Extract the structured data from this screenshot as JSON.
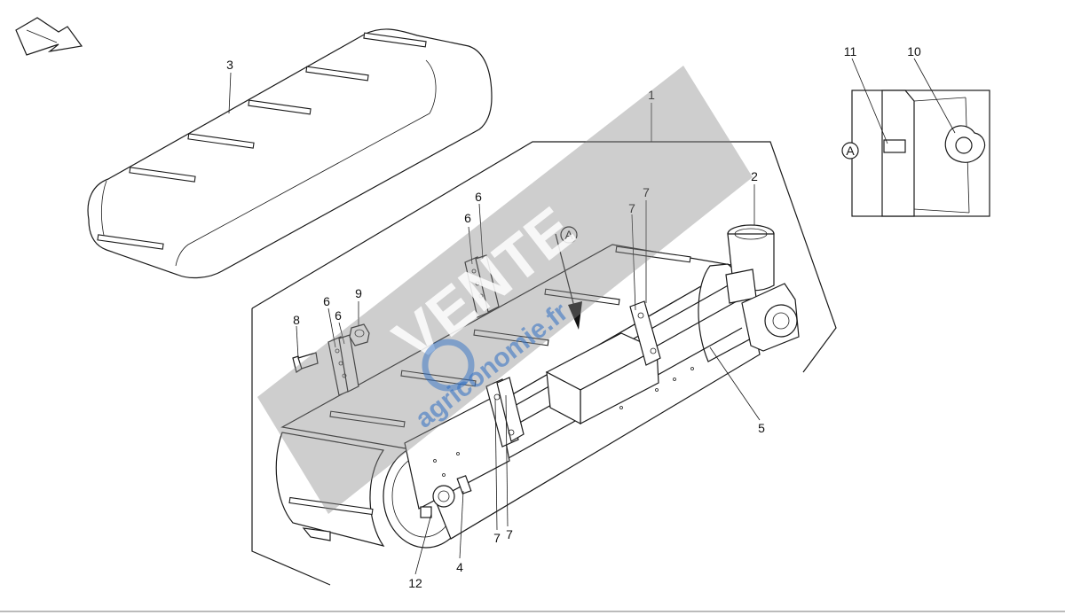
{
  "callouts": {
    "c1": "1",
    "c2": "2",
    "c3": "3",
    "c4": "4",
    "c5": "5",
    "c6": "6",
    "c7": "7",
    "c8": "8",
    "c9": "9",
    "c10": "10",
    "c11": "11",
    "c12": "12"
  },
  "view_marker": "A",
  "watermark": {
    "primary": "VENTE",
    "secondary": "agriconomie.fr"
  },
  "colors": {
    "line": "#1a1a1a",
    "watermark_band": "#8a8a8a",
    "watermark_blue": "#2f6fc4"
  }
}
